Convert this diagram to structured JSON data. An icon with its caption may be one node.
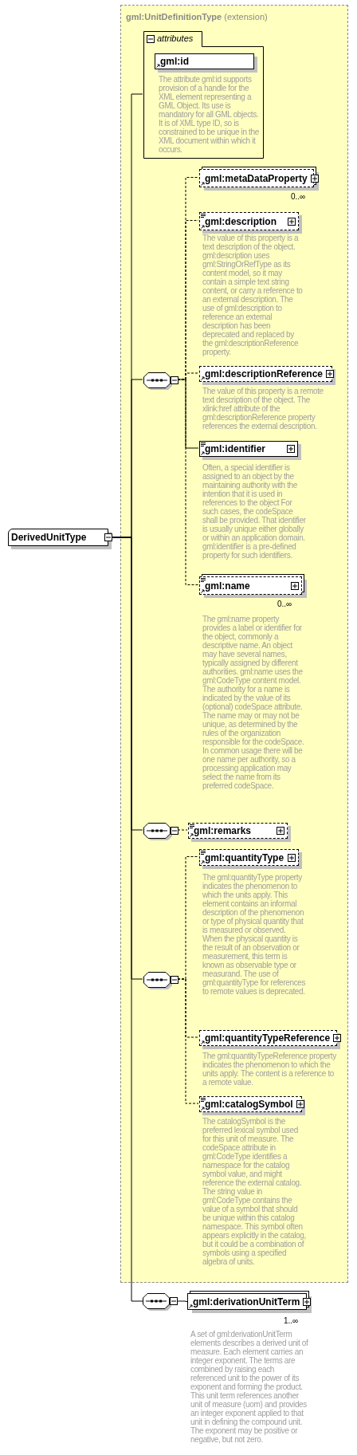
{
  "diagram": {
    "nodes": [
      {
        "text": [
          "DerivedUnitType"
        ]
      },
      {
        "text": [
          "**gml:UnitDefinitionType** (extension)"
        ]
      },
      {
        "text": [
          "attributes"
        ],
        "in": 1
      },
      {
        "text": [
          "gml:id"
        ],
        "in": 2,
        "beside": [
          "The attribute gml:id supports provision of a handle for the XML element representing a GML Object. Its use is mandatory for all GML objects. It is of XML type ID, so is constrained to be unique in the XML document within which it occurs."
        ]
      },
      {
        "text": [],
        "shape": "octagon",
        "in": 1
      },
      {
        "text": [
          "gml:metaDataProperty"
        ],
        "in": 1,
        "beside": [
          "0..∞"
        ]
      },
      {
        "text": [
          "gml:description"
        ],
        "in": 1,
        "beside": [
          "The value of this property is a text description of the object. gml:description uses gml:StringOrRefType as its content model, so it may contain a simple text string content, or carry a reference to an external description. The use of gml:description to reference an external description has been deprecated and replaced by the gml:descriptionReference property."
        ]
      },
      {
        "text": [
          "gml:descriptionReference"
        ],
        "in": 1,
        "beside": [
          "The value of this property is a remote text description of the object. The xlink:href attribute of the gml:descriptionReference property references the external description."
        ]
      },
      {
        "text": [
          "gml:identifier"
        ],
        "in": 1,
        "beside": [
          "Often, a special identifier is assigned to an object by the maintaining authority with the intention that it is used in references to the object For such cases, the codeSpace shall be provided. That identifier is usually unique either globally or within an application domain. gml:identifier is a pre-defined property for such identifiers."
        ]
      },
      {
        "text": [
          "gml:name"
        ],
        "in": 1,
        "beside": [
          "0..∞",
          "The gml:name property provides a label or identifier for the object, commonly a descriptive name. An object may have several names, typically assigned by different authorities. gml:name uses the gml:CodeType content model. The authority for a name is indicated by the value of its (optional) codeSpace attribute. The name may or may not be unique, as determined by the rules of the organization responsible for the codeSpace. In common usage there will be one name per authority, so a processing application may select the name from its preferred codeSpace."
        ]
      },
      {
        "text": [],
        "shape": "octagon",
        "in": 1
      },
      {
        "text": [
          "gml:remarks"
        ],
        "in": 1
      },
      {
        "text": [],
        "shape": "octagon",
        "in": 1
      },
      {
        "text": [
          "gml:quantityType"
        ],
        "in": 1,
        "beside": [
          "The gml:quantityType property indicates the phenomenon to which the units apply. This element contains an informal description of the phenomenon or type of physical quantity that is measured or observed. When the physical quantity is the result of an observation or measurement, this term is known as observable type or measurand. The use of gml:quantityType for references to remote values is deprecated."
        ]
      },
      {
        "text": [
          "gml:quantityTypeReference"
        ],
        "in": 1,
        "beside": [
          "The gml:quantityTypeReference property indicates the phenomenon to which the units apply. The content is a reference to a remote value."
        ]
      },
      {
        "text": [
          "gml:catalogSymbol"
        ],
        "in": 1,
        "beside": [
          "The catalogSymbol is the preferred lexical symbol used for this unit of measure. The codeSpace attribute in gml:CodeType identifies a namespace for the catalog symbol value, and might reference the external catalog. The string value in gml:CodeType contains the value of a symbol that should be unique within this catalog namespace. This symbol often appears explicitly in the catalog, but it could be a combination of symbols using a specified algebra of units."
        ]
      },
      {
        "text": [],
        "shape": "octagon"
      },
      {
        "text": [
          "gml:derivationUnitTerm"
        ],
        "beside": [
          "1..∞",
          "A set of gml:derivationUnitTerm elements describes a derived unit of measure. Each element carries an integer exponent. The terms are combined by raising each referenced unit to the power of its exponent and forming the product. This unit term references another unit of measure (uom) and provides an integer exponent applied to that unit in defining the compound unit. The exponent may be positive or negative, but not zero."
        ]
      }
    ],
    "edges": [
      {
        "from": 0,
        "to": 2,
        "arrow": "none"
      },
      {
        "from": 0,
        "to": 4,
        "arrow": "none"
      },
      {
        "from": 0,
        "to": 10,
        "arrow": "none"
      },
      {
        "from": 0,
        "to": 12,
        "arrow": "none"
      },
      {
        "from": 0,
        "to": 16,
        "arrow": "none"
      },
      {
        "from": 4,
        "to": 5,
        "arrow": "none",
        "style": "dashed"
      },
      {
        "from": 4,
        "to": 6,
        "arrow": "none",
        "style": "dashed"
      },
      {
        "from": 4,
        "to": 7,
        "arrow": "none",
        "style": "dashed"
      },
      {
        "from": 4,
        "to": 8,
        "arrow": "none"
      },
      {
        "from": 4,
        "to": 9,
        "arrow": "none",
        "style": "dashed"
      },
      {
        "from": 10,
        "to": 11,
        "arrow": "none",
        "style": "dashed"
      },
      {
        "from": 12,
        "to": 13,
        "arrow": "none",
        "style": "dashed"
      },
      {
        "from": 12,
        "to": 14,
        "arrow": "none",
        "style": "dashed"
      },
      {
        "from": 12,
        "to": 15,
        "arrow": "none",
        "style": "dashed"
      },
      {
        "from": 16,
        "to": 17,
        "arrow": "none"
      }
    ]
  }
}
